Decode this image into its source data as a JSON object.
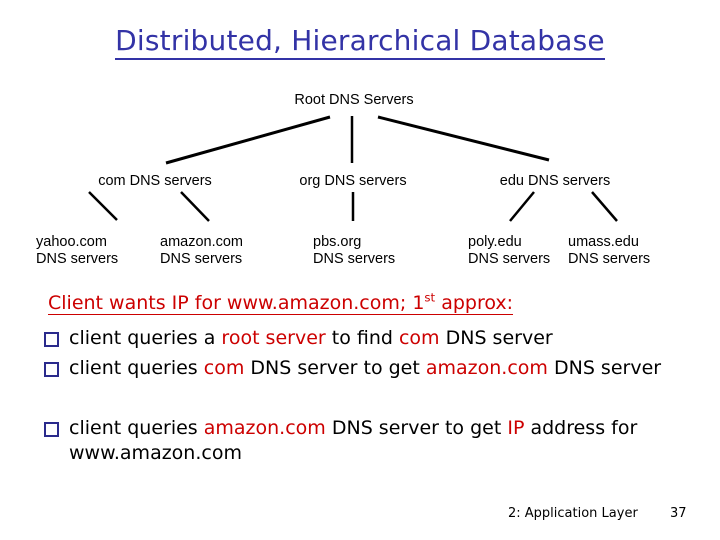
{
  "slide": {
    "title": "Distributed, Hierarchical Database",
    "footer_label": "2: Application Layer",
    "footer_number": "37",
    "title_color": "#3333a6",
    "accent_color": "#cc0000",
    "bullet_color": "#2a2a8c"
  },
  "diagram": {
    "root": {
      "label": "Root DNS Servers"
    },
    "tlds": [
      {
        "label": "com DNS servers"
      },
      {
        "label": "org DNS servers"
      },
      {
        "label": "edu DNS servers"
      }
    ],
    "leaves": [
      {
        "line1": "yahoo.com",
        "line2": "DNS servers"
      },
      {
        "line1": "amazon.com",
        "line2": "DNS servers"
      },
      {
        "line1": "pbs.org",
        "line2": "DNS servers"
      },
      {
        "line1": "poly.edu",
        "line2": "DNS servers"
      },
      {
        "line1": "umass.edu",
        "line2": "DNS servers"
      }
    ]
  },
  "body": {
    "heading_prefix": "Client wants IP for www.amazon.com; 1",
    "heading_sup": "st",
    "heading_suffix": " approx:",
    "bullets": [
      {
        "parts": [
          {
            "t": "client queries a ",
            "c": "black"
          },
          {
            "t": "root server",
            "c": "red"
          },
          {
            "t": " to find ",
            "c": "black"
          },
          {
            "t": "com",
            "c": "red"
          },
          {
            "t": " DNS server",
            "c": "black"
          }
        ]
      },
      {
        "parts": [
          {
            "t": "client queries ",
            "c": "black"
          },
          {
            "t": "com",
            "c": "red"
          },
          {
            "t": " DNS server to get ",
            "c": "black"
          },
          {
            "t": "amazon.com",
            "c": "red"
          },
          {
            "t": " DNS server",
            "c": "black"
          }
        ]
      },
      {
        "parts": [
          {
            "t": "client queries ",
            "c": "black"
          },
          {
            "t": "amazon.com",
            "c": "red"
          },
          {
            "t": " DNS server to get  ",
            "c": "black"
          },
          {
            "t": "IP",
            "c": "red"
          },
          {
            "t": " address for www.amazon.com",
            "c": "black"
          }
        ]
      }
    ]
  }
}
